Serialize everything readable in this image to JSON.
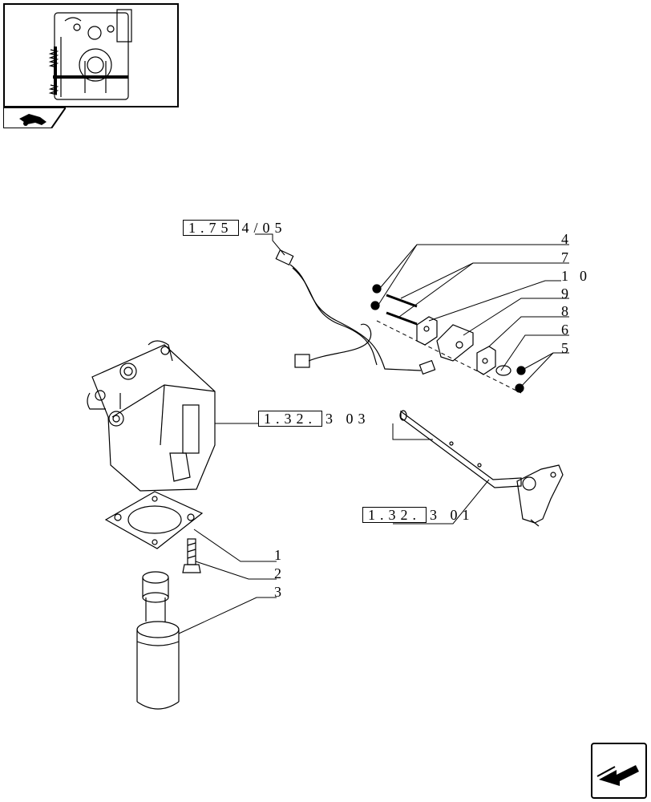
{
  "references": [
    {
      "box": "1.75",
      "tail": "4/05"
    },
    {
      "box": "1.32.",
      "tail": "3 03"
    },
    {
      "box": "1.32.",
      "tail": "3 01"
    }
  ],
  "callouts": [
    "4",
    "7",
    "10",
    "9",
    "8",
    "6",
    "5",
    "1",
    "2",
    "3"
  ],
  "icons": {
    "thumbnail": "engine-thumbnail-icon",
    "tab": "tractor-icon",
    "next": "next-page-arrow-icon"
  }
}
